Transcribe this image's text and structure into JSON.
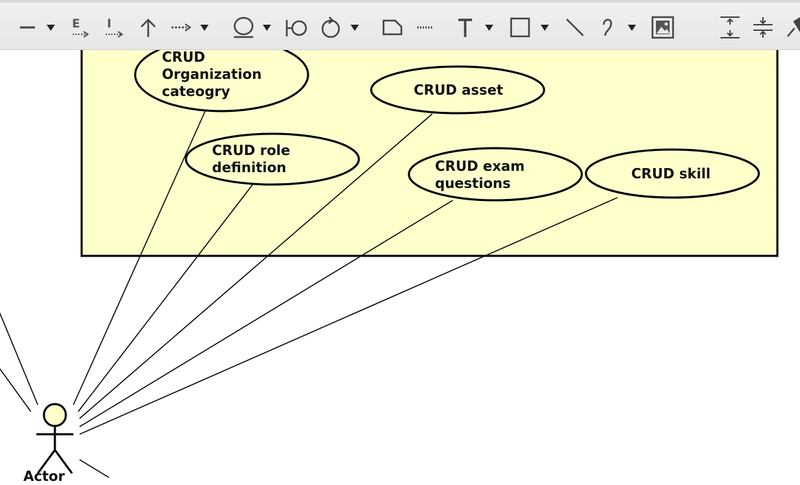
{
  "toolbar": {
    "tools": [
      {
        "name": "association-tool",
        "icon": "line-icon"
      },
      {
        "name": "association-dropdown",
        "icon": "triangle-down-icon"
      },
      {
        "name": "extend-tool",
        "icon": "extend-arrow-icon"
      },
      {
        "name": "include-tool",
        "icon": "include-arrow-icon"
      },
      {
        "name": "generalization-tool",
        "icon": "generalization-arrow-icon"
      },
      {
        "name": "dependency-tool",
        "icon": "dashed-arrow-icon"
      },
      {
        "name": "dependency-dropdown",
        "icon": "triangle-down-icon"
      },
      {
        "name": "usecase-tool",
        "icon": "usecase-ellipse-icon"
      },
      {
        "name": "usecase-dropdown",
        "icon": "triangle-down-icon"
      },
      {
        "name": "interface-tool",
        "icon": "interface-icon"
      },
      {
        "name": "control-tool",
        "icon": "control-icon"
      },
      {
        "name": "control-dropdown",
        "icon": "triangle-down-icon"
      },
      {
        "name": "note-tool",
        "icon": "note-icon"
      },
      {
        "name": "note-link-tool",
        "icon": "dotted-line-icon"
      },
      {
        "name": "text-tool",
        "icon": "text-icon"
      },
      {
        "name": "text-dropdown",
        "icon": "triangle-down-icon"
      },
      {
        "name": "rectangle-tool",
        "icon": "rectangle-icon"
      },
      {
        "name": "rectangle-dropdown",
        "icon": "triangle-down-icon"
      },
      {
        "name": "line-tool",
        "icon": "diagonal-line-icon"
      },
      {
        "name": "curve-tool",
        "icon": "curve-icon"
      },
      {
        "name": "curve-dropdown",
        "icon": "triangle-down-icon"
      },
      {
        "name": "image-tool",
        "icon": "image-icon"
      },
      {
        "name": "expand-vertical-tool",
        "icon": "expand-vertical-icon"
      },
      {
        "name": "collapse-vertical-tool",
        "icon": "collapse-vertical-icon"
      },
      {
        "name": "pin-tool",
        "icon": "pin-icon"
      }
    ],
    "extend_glyph": "E",
    "include_glyph": "I"
  },
  "diagram": {
    "boundary_fill": "#ffffcc",
    "usecases": [
      {
        "id": "uc1",
        "lines": [
          "CRUD",
          "Organization",
          "cateogry"
        ]
      },
      {
        "id": "uc2",
        "lines": [
          "CRUD asset"
        ]
      },
      {
        "id": "uc3",
        "lines": [
          "CRUD role",
          "definition"
        ]
      },
      {
        "id": "uc4",
        "lines": [
          "CRUD exam",
          "questions"
        ]
      },
      {
        "id": "uc5",
        "lines": [
          "CRUD skill"
        ]
      }
    ],
    "actor": {
      "name": "Actor",
      "fill": "#ffffcc"
    }
  }
}
